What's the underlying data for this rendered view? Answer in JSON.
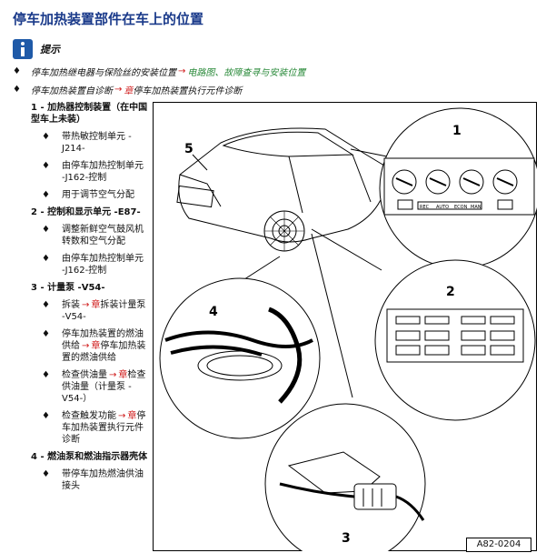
{
  "title": "停车加热装置部件在车上的位置",
  "hint": {
    "label": "提示",
    "icon": "info-icon"
  },
  "bullets": [
    {
      "dot": "♦",
      "pre": "停车加热继电器与保险丝的安装位置",
      "arrow": "→",
      "link": "电路图、故障查寻与安装位置"
    },
    {
      "dot": "♦",
      "pre": "停车加热装置自诊断",
      "arrow": "→",
      "zhang": "章",
      "rest": "停车加热装置执行元件诊断"
    }
  ],
  "legend": {
    "item1": {
      "title": "1 - 加热器控制装置（在中国型车上未装）",
      "subs": [
        "带热敏控制单元 -J214-",
        "由停车加热控制单元 -J162-控制",
        "用于调节空气分配"
      ]
    },
    "item2": {
      "title": "2 - 控制和显示单元 -E87-",
      "subs": [
        "调整新鲜空气鼓风机转数和空气分配",
        "由停车加热控制单元 -J162-控制"
      ]
    },
    "item3": {
      "title": "3 - 计量泵 -V54-",
      "s1": {
        "pre": "拆装",
        "arrow": "→",
        "zhang": "章",
        "rest": "拆装计量泵 -V54-"
      },
      "s2": {
        "pre": "停车加热装置的燃油供给",
        "arrow": "→",
        "zhang": "章",
        "rest": "停车加热装置的燃油供给"
      },
      "s3": {
        "pre": "检查供油量",
        "arrow": "→",
        "zhang": "章",
        "rest": "检查供油量（计量泵 -V54-）"
      },
      "s4": {
        "pre": "检查触发功能",
        "arrow": "→",
        "zhang": "章",
        "rest": "停车加热装置执行元件诊断"
      }
    },
    "item4": {
      "title": "4 - 燃油泵和燃油指示器壳体",
      "subs": [
        "带停车加热燃油供油接头"
      ]
    },
    "sub_dot": "♦"
  },
  "figure": {
    "callouts": [
      "1",
      "2",
      "3",
      "4",
      "5"
    ],
    "code": "A82-0204",
    "panel_button_labels": [
      "REC",
      "AUTO",
      "ECON",
      "MAN"
    ]
  }
}
